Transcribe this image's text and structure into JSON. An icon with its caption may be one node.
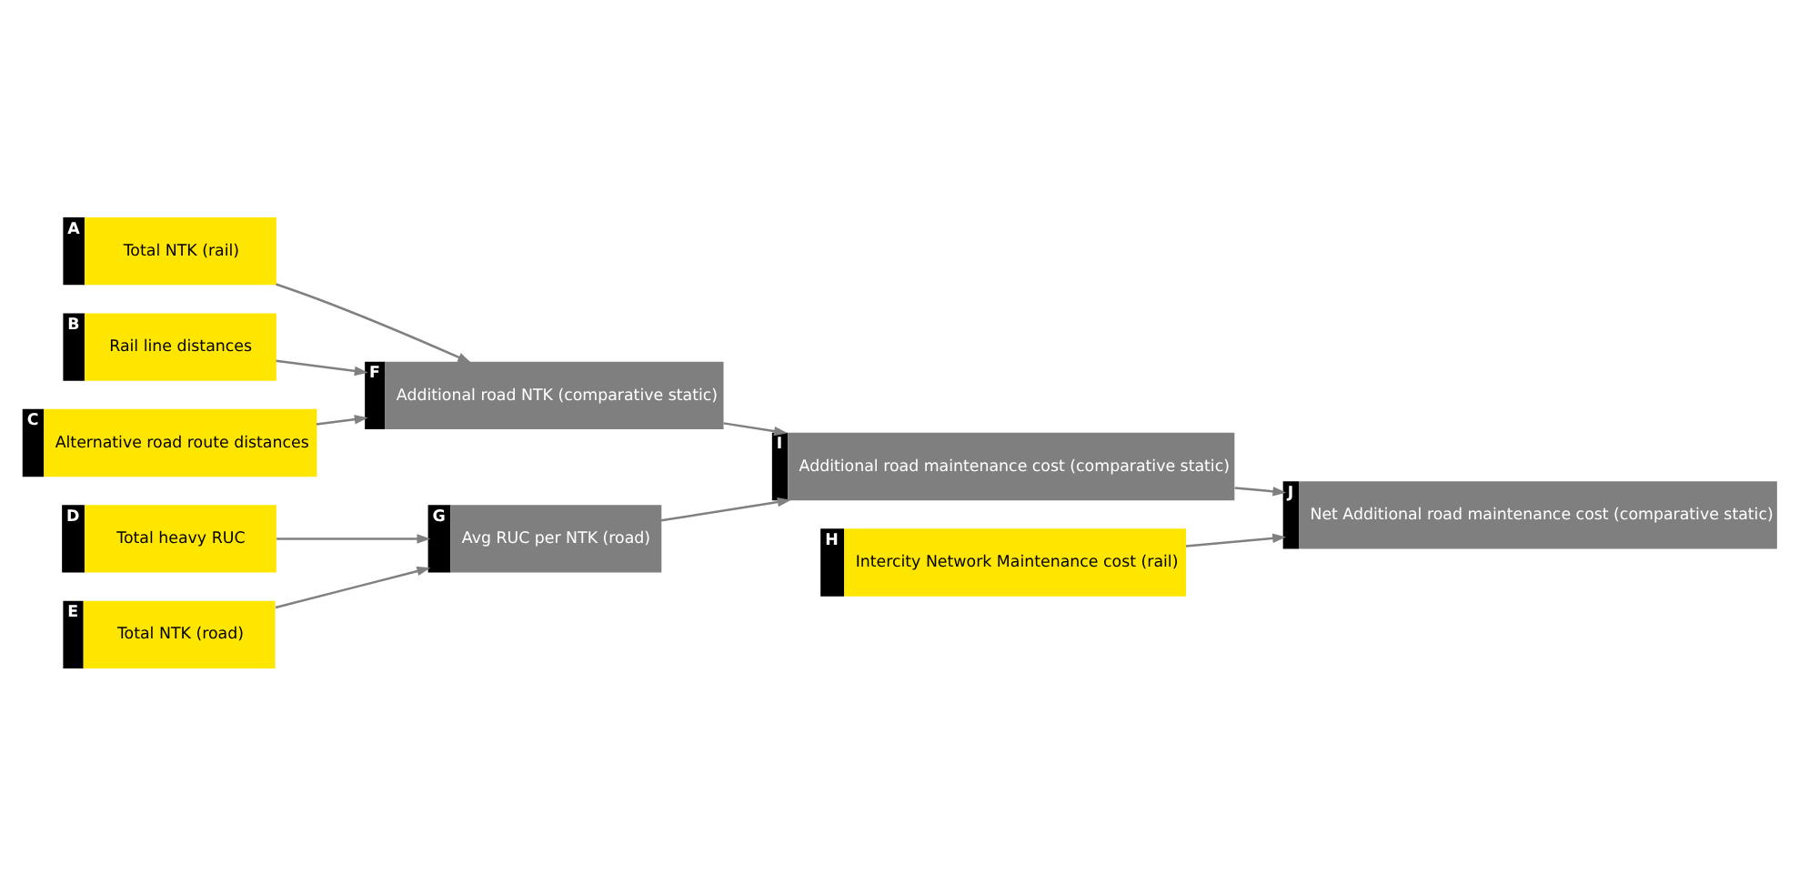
{
  "diagram": {
    "nodes": [
      {
        "text": [
          "Total NTK (rail)"
        ],
        "beside": [
          "A"
        ]
      },
      {
        "text": [
          "Rail line distances"
        ],
        "beside": [
          "B"
        ]
      },
      {
        "text": [
          "Alternative road route distances"
        ],
        "beside": [
          "C"
        ]
      },
      {
        "text": [
          "Total heavy RUC"
        ],
        "beside": [
          "D"
        ]
      },
      {
        "text": [
          "Total NTK (road)"
        ],
        "beside": [
          "E"
        ]
      },
      {
        "text": [
          "Additional road NTK (comparative static)"
        ],
        "beside": [
          "F"
        ]
      },
      {
        "text": [
          "Avg RUC per NTK (road)"
        ],
        "beside": [
          "G"
        ]
      },
      {
        "text": [
          "Intercity Network Maintenance cost (rail)"
        ],
        "beside": [
          "H"
        ]
      },
      {
        "text": [
          "Additional road maintenance cost (comparative static)"
        ],
        "beside": [
          "I"
        ]
      },
      {
        "text": [
          "Net Additional road maintenance cost (comparative static)"
        ],
        "beside": [
          "J"
        ]
      }
    ],
    "edges": [
      {
        "from": 0,
        "to": 5,
        "arrow": "to"
      },
      {
        "from": 1,
        "to": 5,
        "arrow": "to"
      },
      {
        "from": 2,
        "to": 5,
        "arrow": "to"
      },
      {
        "from": 3,
        "to": 6,
        "arrow": "to"
      },
      {
        "from": 4,
        "to": 6,
        "arrow": "to"
      },
      {
        "from": 5,
        "to": 8,
        "arrow": "to"
      },
      {
        "from": 6,
        "to": 8,
        "arrow": "to"
      },
      {
        "from": 7,
        "to": 9,
        "arrow": "to"
      },
      {
        "from": 8,
        "to": 9,
        "arrow": "to"
      }
    ]
  }
}
